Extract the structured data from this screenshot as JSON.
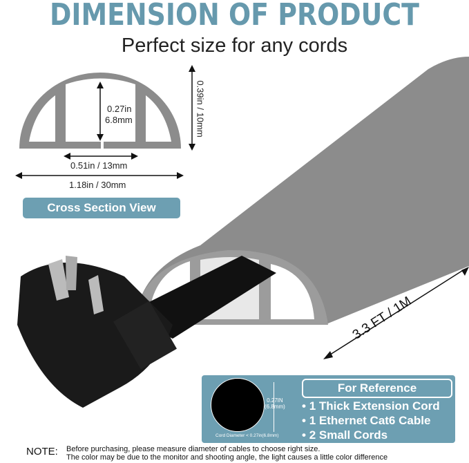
{
  "title": "DIMENSION OF PRODUCT",
  "subtitle": "Perfect size for any cords",
  "cross_section": {
    "inner_height": "0.27in",
    "inner_height_mm": "6.8mm",
    "total_height": "0.39in / 10mm",
    "opening_width": "0.51in / 13mm",
    "total_width": "1.18in / 30mm",
    "label": "Cross Section View"
  },
  "length_label": "3.3 FT / 1M",
  "reference": {
    "cord_size": "0.27IN",
    "cord_size_mm": "(6.8mm)",
    "cord_caption": "Cord Diameter < 0.27in(6.8mm)",
    "heading": "For Reference",
    "items": [
      "1 Thick Extension Cord",
      "1 Ethernet Cat6 Cable",
      "2 Small Cords"
    ]
  },
  "note": {
    "label": "NOTE:",
    "lines": [
      "Before purchasing, please measure diameter of cables to choose right size.",
      "The color may be due to the monitor and shooting angle, the light causes a little color difference"
    ]
  },
  "colors": {
    "accent": "#6d9fb2",
    "product": "#8c8c8c"
  }
}
